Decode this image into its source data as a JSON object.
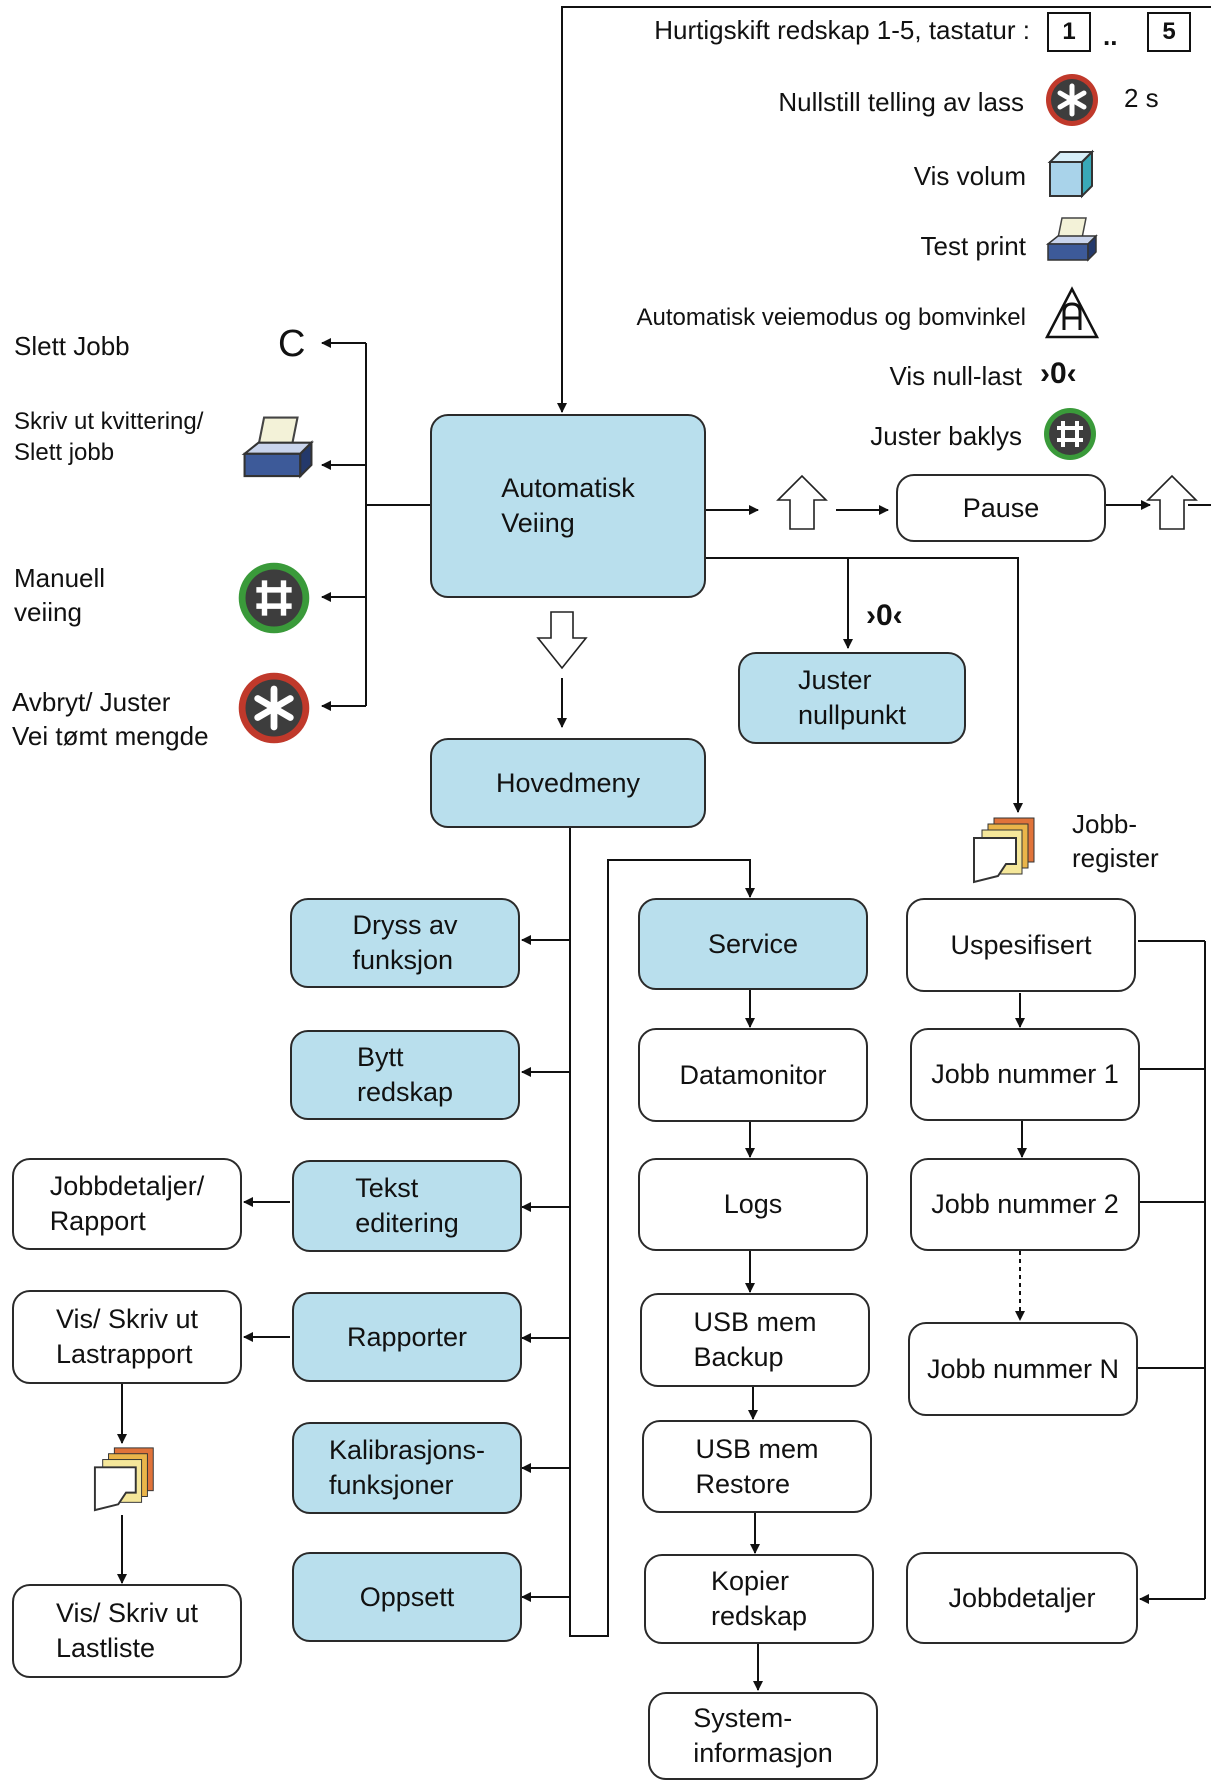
{
  "legend": {
    "quickswitch": "Hurtigskift redskap 1-5, tastatur :",
    "key1": "1",
    "dots": "..",
    "key5": "5",
    "reset": "Nullstill telling av lass",
    "reset_time": "2 s",
    "volume": "Vis volum",
    "testprint": "Test print",
    "automode": "Automatisk veiemodus og bomvinkel",
    "nullload": "Vis null-last",
    "backlight": "Juster baklys"
  },
  "left_actions": {
    "delete_job": "Slett Jobb",
    "c_key": "C",
    "print_receipt": "Skriv ut kvittering/\nSlett jobb",
    "manual": "Manuell\nveiing",
    "abort": "Avbryt/ Juster\nVei tømt mengde"
  },
  "nodes": {
    "auto_weighing": "Automatisk\nVeiing",
    "pause": "Pause",
    "adjust_zero": "Juster\nnullpunkt",
    "zero_symbol": "›0‹",
    "main_menu": "Hovedmeny",
    "job_register": "Jobb-\nregister"
  },
  "menu_items": {
    "dryss": "Dryss av\nfunksjon",
    "bytt": "Bytt\nredskap",
    "tekst": "Tekst\neditering",
    "rapporter": "Rapporter",
    "kalibrering": "Kalibrasjons-\nfunksjoner",
    "oppsett": "Oppsett",
    "jobbdetaljer_rapport": "Jobbdetaljer/\nRapport",
    "lastrapport": "Vis/ Skriv ut\nLastrapport",
    "lastliste": "Vis/ Skriv ut\nLastliste"
  },
  "service_items": {
    "service": "Service",
    "datamonitor": "Datamonitor",
    "logs": "Logs",
    "backup": "USB mem\nBackup",
    "restore": "USB mem\nRestore",
    "kopier": "Kopier\nredskap",
    "system": "System-\ninformasjon"
  },
  "job_items": {
    "uspesifisert": "Uspesifisert",
    "job1": "Jobb nummer 1",
    "job2": "Jobb nummer 2",
    "jobN": "Jobb nummer N",
    "jobbdetaljer": "Jobbdetaljer"
  },
  "colors": {
    "node_blue": "#b9dfed",
    "reset_red": "#c0392b",
    "backlight_green": "#3a9a3a"
  }
}
